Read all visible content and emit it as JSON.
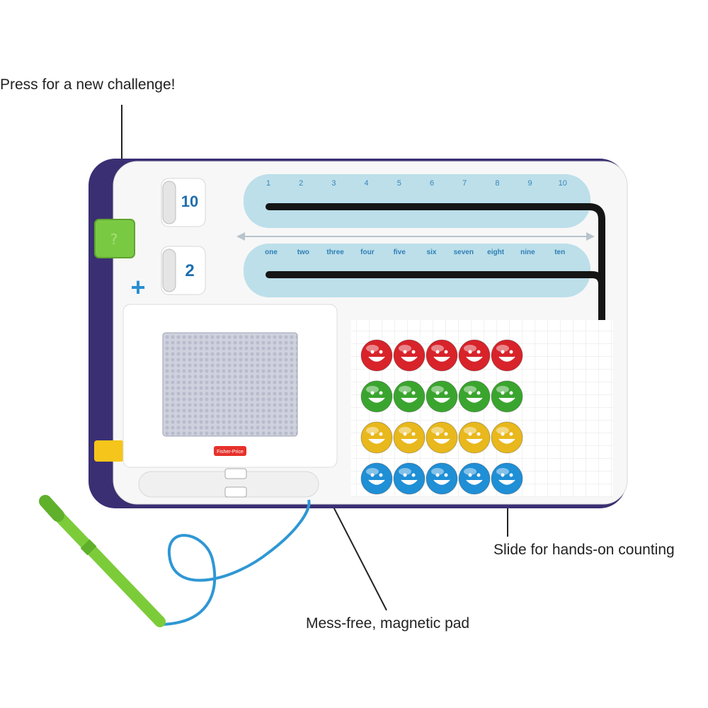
{
  "callouts": {
    "challenge": "Press for a new challenge!",
    "counting": "Slide for hands-on counting",
    "pad": "Mess-free, magnetic pad"
  },
  "number_line_top": [
    "1",
    "2",
    "3",
    "4",
    "5",
    "6",
    "7",
    "8",
    "9",
    "10"
  ],
  "number_line_words": [
    "one",
    "two",
    "three",
    "four",
    "five",
    "six",
    "seven",
    "eight",
    "nine",
    "ten"
  ],
  "dials": {
    "top": "10",
    "bottom": "2"
  },
  "plus_symbol": "+",
  "brand": "Fisher-Price",
  "bead_rows": [
    {
      "color": "#d8232a",
      "count": 5
    },
    {
      "color": "#3aa52e",
      "count": 5
    },
    {
      "color": "#e8b81c",
      "count": 5
    },
    {
      "color": "#1f8fd6",
      "count": 5
    }
  ],
  "colors": {
    "frame": "#3b2f73",
    "board": "#f7f7f7",
    "track": "#bcdfea",
    "button": "#7ac943",
    "yellow_tab": "#f5c51b",
    "cord": "#2f97d4",
    "stylus": "#7ccc3a"
  }
}
